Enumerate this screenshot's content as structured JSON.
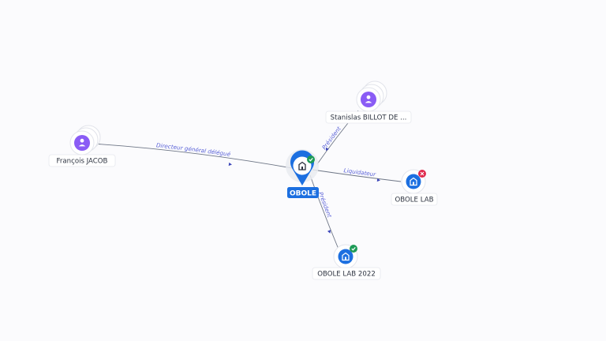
{
  "nodes": {
    "center": {
      "label": "OBOLE",
      "status": "active"
    },
    "person_jacob": {
      "label": "François JACOB"
    },
    "person_billot": {
      "label": "Stanislas BILLOT DE ..."
    },
    "company_lab": {
      "label": "OBOLE LAB",
      "status": "closed"
    },
    "company_lab2022": {
      "label": "OBOLE LAB 2022",
      "status": "active"
    }
  },
  "edges": {
    "jacob_center": {
      "label": "Directeur général délégué"
    },
    "billot_center": {
      "label": "Président"
    },
    "center_lab": {
      "label": "Liquidateur"
    },
    "center_lab2022": {
      "label": "Président"
    }
  },
  "colors": {
    "person": "#8a5cf5",
    "company": "#1c6fe0",
    "active_badge": "#1e9b57",
    "closed_badge": "#e02a4d",
    "edge_label": "#5b63d8"
  }
}
